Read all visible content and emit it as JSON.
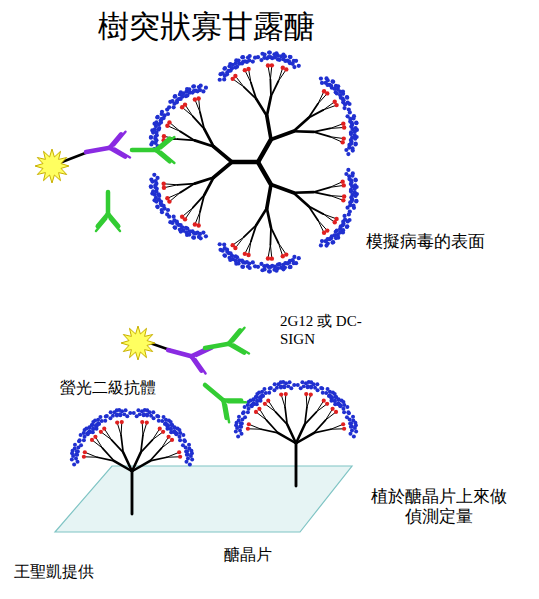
{
  "diagram": {
    "title": "樹突狀寡甘露醣",
    "labels": [
      "模擬病毒的表面",
      "2G12 或 DC-SIGN",
      "螢光二級抗體",
      "植於醣晶片上來做偵測定量",
      "醣晶片",
      "王聖凱提供"
    ]
  }
}
